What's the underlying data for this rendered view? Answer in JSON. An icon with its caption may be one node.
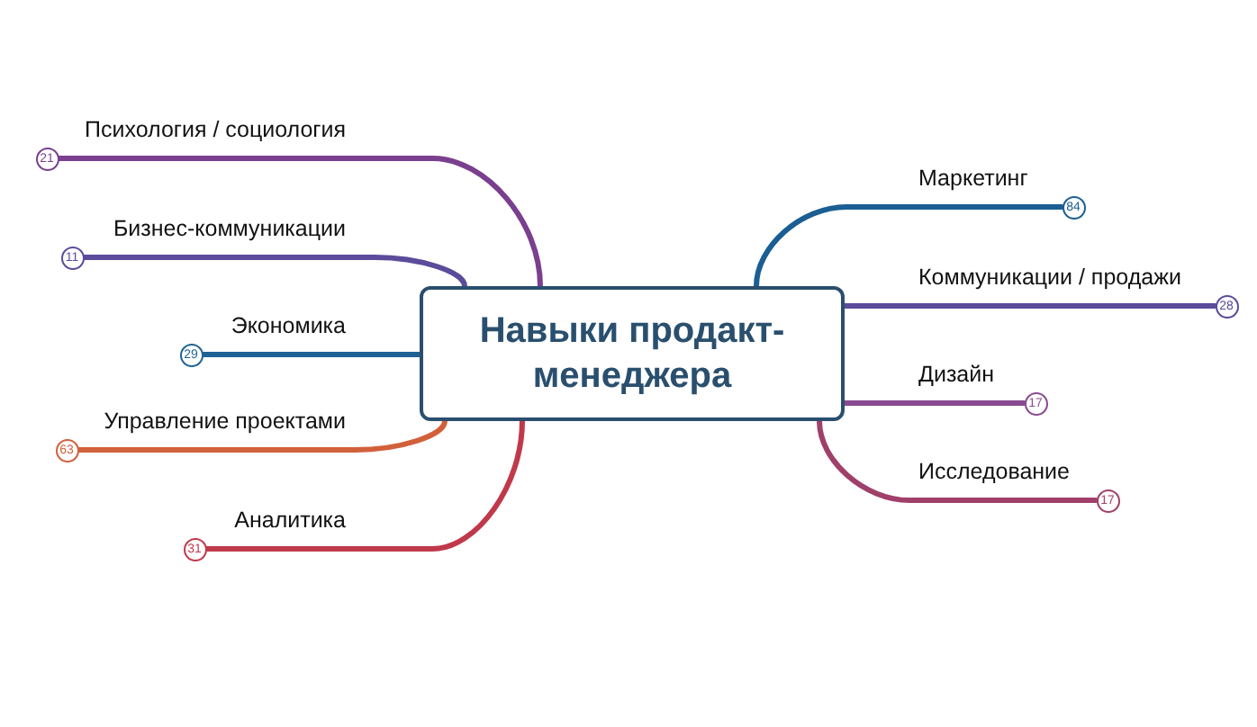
{
  "diagram": {
    "nodes": [
      {
        "text": [
          "Навыки продакт-менеджера"
        ]
      },
      {
        "text": [
          "21"
        ],
        "beside": [
          "Психология / социология"
        ]
      },
      {
        "text": [
          "11"
        ],
        "beside": [
          "Бизнес-коммуникации"
        ]
      },
      {
        "text": [
          "29"
        ],
        "beside": [
          "Экономика"
        ]
      },
      {
        "text": [
          "63"
        ],
        "beside": [
          "Управление проектами"
        ]
      },
      {
        "text": [
          "31"
        ],
        "beside": [
          "Аналитика"
        ]
      },
      {
        "text": [
          "84"
        ],
        "beside": [
          "Маркетинг"
        ]
      },
      {
        "text": [
          "28"
        ],
        "beside": [
          "Коммуникации / продажи"
        ]
      },
      {
        "text": [
          "17"
        ],
        "beside": [
          "Дизайн"
        ]
      },
      {
        "text": [
          "17"
        ],
        "beside": [
          "Исследование"
        ]
      }
    ],
    "edges": [
      {
        "from": 0,
        "to": 1,
        "arrow": "none",
        "color": "#7b3f8f"
      },
      {
        "from": 0,
        "to": 2,
        "arrow": "none",
        "color": "#5b4b9a"
      },
      {
        "from": 0,
        "to": 3,
        "arrow": "none",
        "color": "#1f6395"
      },
      {
        "from": 0,
        "to": 4,
        "arrow": "none",
        "color": "#d2603a"
      },
      {
        "from": 0,
        "to": 5,
        "arrow": "none",
        "color": "#c0394b"
      },
      {
        "from": 0,
        "to": 6,
        "arrow": "none",
        "color": "#1a5e93"
      },
      {
        "from": 0,
        "to": 7,
        "arrow": "none",
        "color": "#5b4b9a"
      },
      {
        "from": 0,
        "to": 8,
        "arrow": "none",
        "color": "#8a4a8f"
      },
      {
        "from": 0,
        "to": 9,
        "arrow": "none",
        "color": "#a0406a"
      }
    ]
  }
}
